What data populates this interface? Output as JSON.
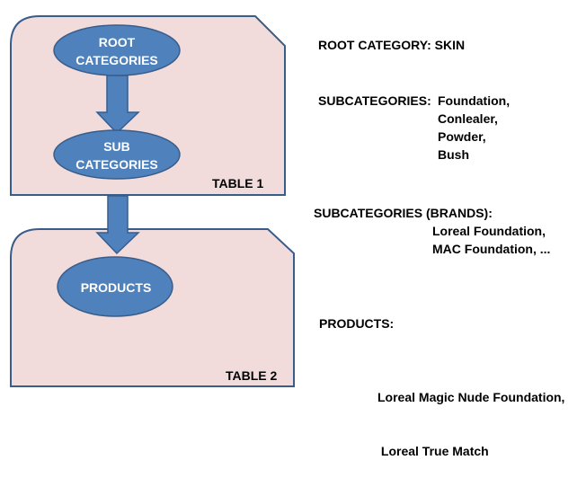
{
  "colors": {
    "table_fill": "#f2dcdb",
    "table_stroke": "#385d8a",
    "node_fill": "#4f81bd",
    "node_stroke": "#385d8a",
    "node_text": "#ffffff"
  },
  "table1": {
    "label": "TABLE 1",
    "nodes": [
      {
        "line1": "ROOT",
        "line2": "CATEGORIES"
      },
      {
        "line1": "SUB",
        "line2": "CATEGORIES"
      }
    ]
  },
  "table2": {
    "label": "TABLE 2",
    "nodes": [
      {
        "line1": "PRODUCTS"
      }
    ]
  },
  "notes": {
    "root_category": "ROOT CATEGORY: SKIN",
    "subcategories_label": "SUBCATEGORIES:",
    "subcategories": [
      "Foundation,",
      "Conlealer,",
      "Powder,",
      "Bush"
    ],
    "brands_label": "SUBCATEGORIES (BRANDS):",
    "brands": [
      "Loreal Foundation,",
      "MAC Foundation,  ..."
    ],
    "products_label": "PRODUCTS:",
    "products": [
      "Loreal Magic Nude Foundation,",
      " Loreal True Match"
    ]
  }
}
